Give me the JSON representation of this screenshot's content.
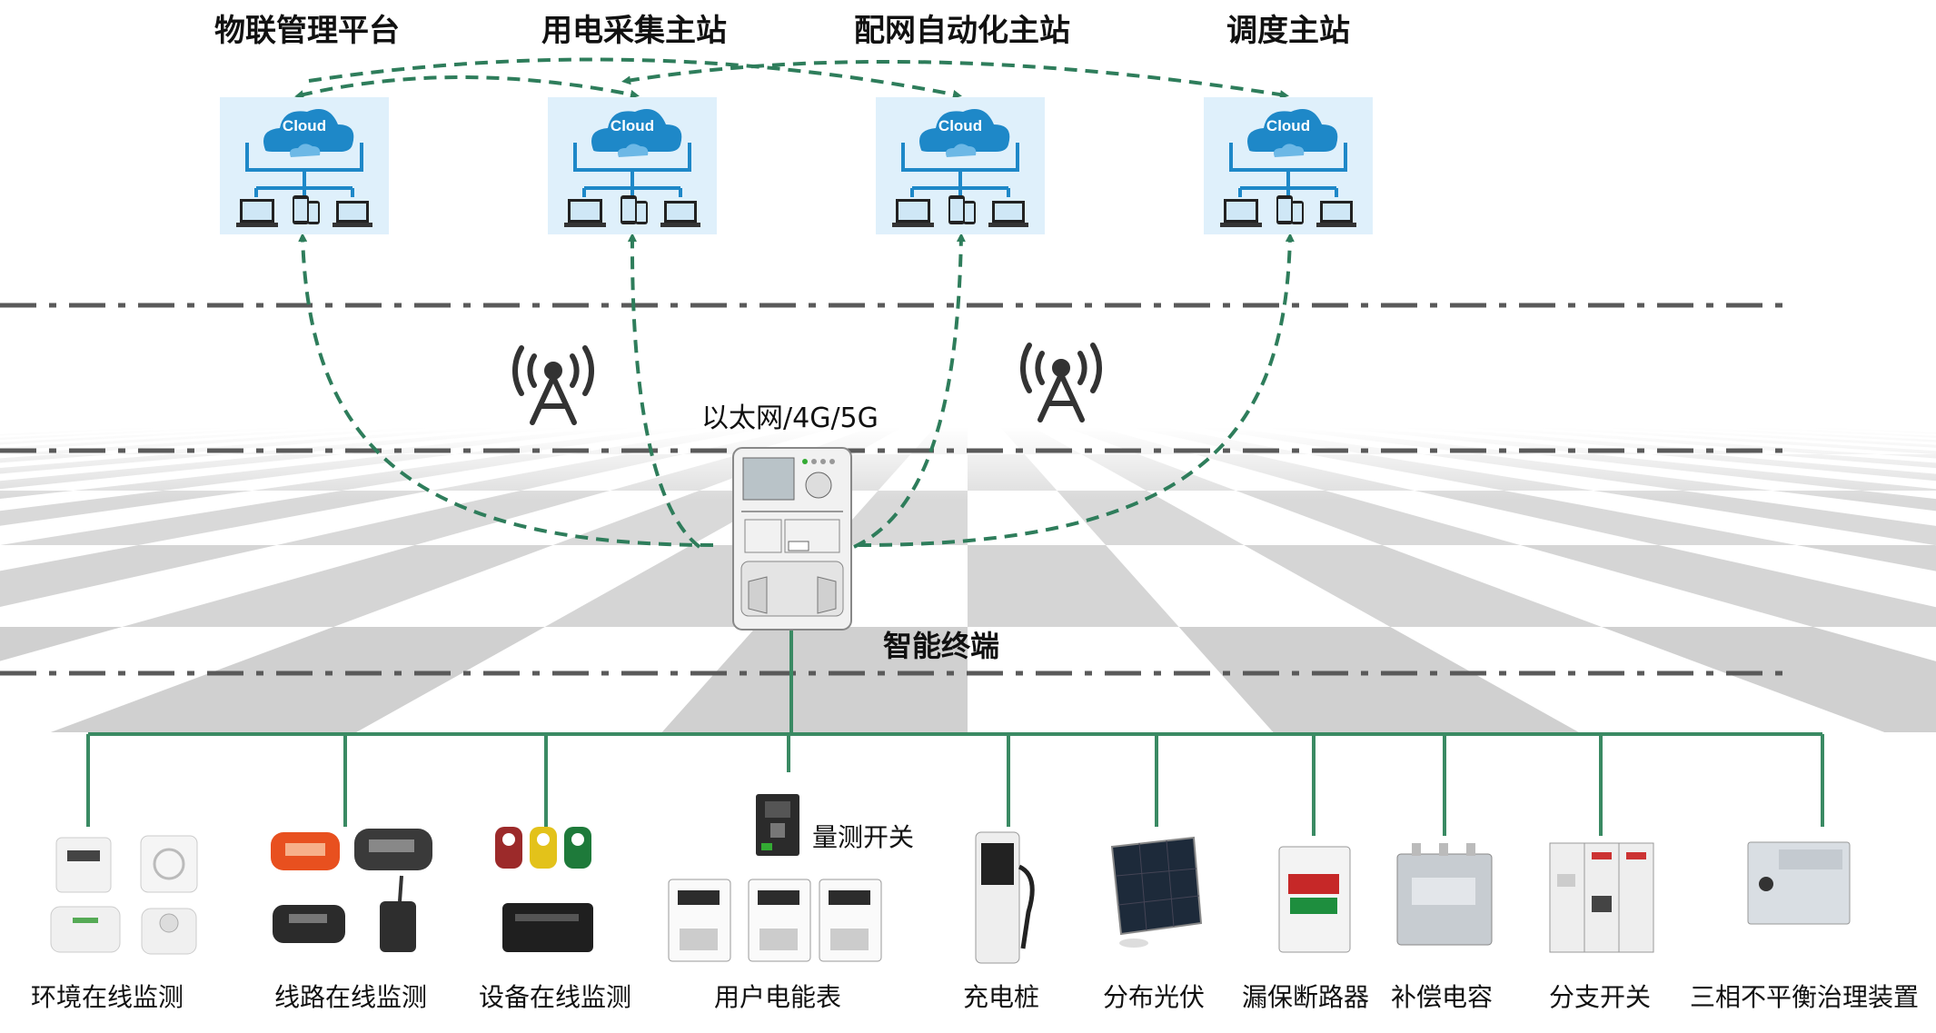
{
  "platforms": [
    {
      "title": "物联管理平台",
      "cloud_text": "Cloud",
      "icon": "cloud-network-icon"
    },
    {
      "title": "用电采集主站",
      "cloud_text": "Cloud",
      "icon": "cloud-network-icon"
    },
    {
      "title": "配网自动化主站",
      "cloud_text": "Cloud",
      "icon": "cloud-network-icon"
    },
    {
      "title": "调度主站",
      "cloud_text": "Cloud",
      "icon": "cloud-network-icon"
    }
  ],
  "network": {
    "label": "以太网/4G/5G",
    "icon": "antenna-tower-icon"
  },
  "terminal": {
    "label": "智能终端",
    "icon": "smart-terminal-device"
  },
  "switch_label": "量测开关",
  "devices": [
    {
      "label": "环境在线监测",
      "icon": "environment-sensor-icon"
    },
    {
      "label": "线路在线监测",
      "icon": "line-monitor-icon"
    },
    {
      "label": "设备在线监测",
      "icon": "equipment-monitor-icon"
    },
    {
      "label": "用户电能表",
      "icon": "energy-meter-icon"
    },
    {
      "label": "充电桩",
      "icon": "charging-pile-icon"
    },
    {
      "label": "分布光伏",
      "icon": "solar-panel-icon"
    },
    {
      "label": "漏保断路器",
      "icon": "leakage-breaker-icon"
    },
    {
      "label": "补偿电容",
      "icon": "capacitor-icon"
    },
    {
      "label": "分支开关",
      "icon": "switch-cabinet-icon"
    },
    {
      "label": "三相不平衡治理装置",
      "icon": "unbalance-device-icon"
    }
  ],
  "colors": {
    "link": "#2e7d5b",
    "bus": "#3a8a63",
    "cloud_bg": "#dff0fb",
    "cloud": "#1e88c8",
    "divider": "#5a5a5a"
  }
}
